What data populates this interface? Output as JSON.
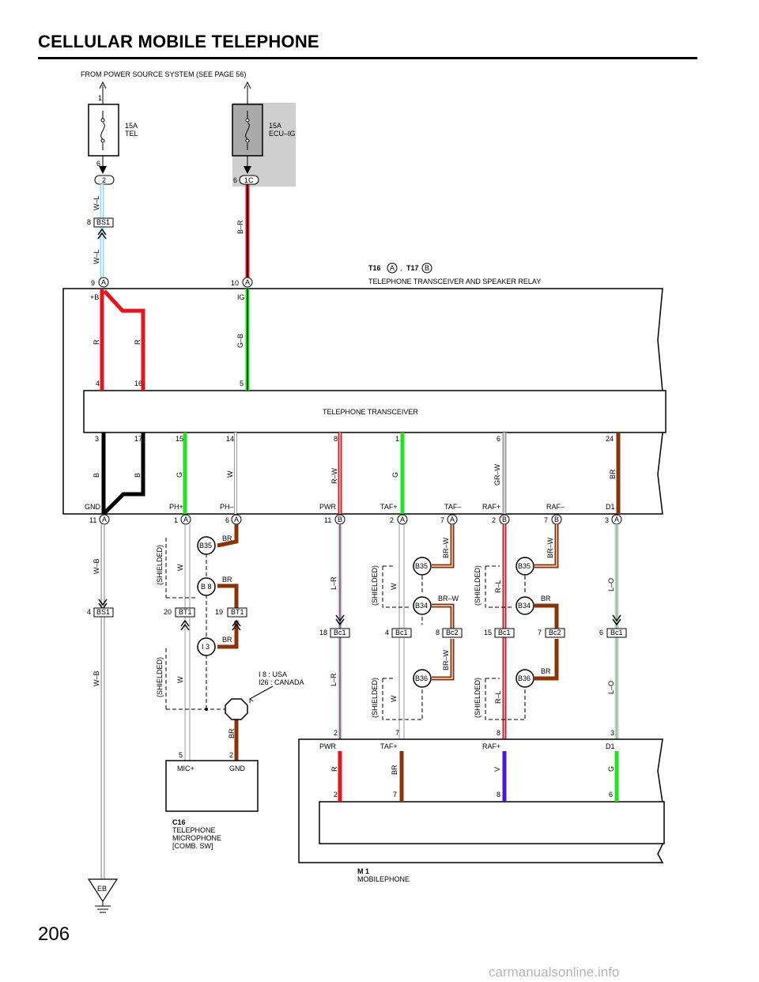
{
  "page": {
    "title": "CELLULAR MOBILE TELEPHONE",
    "page_number": "206",
    "watermark": "carmanualsonline.info"
  },
  "labels": {
    "from_power": "FROM POWER SOURCE SYSTEM (SEE PAGE 56)",
    "fuse_tel_amp": "15A",
    "fuse_tel_name": "TEL",
    "fuse_ecu_amp": "15A",
    "fuse_ecu_name": "ECU–IG",
    "t16": "T16",
    "t17": "T17",
    "comma": ",",
    "transceiver_relay": "TELEPHONE TRANSCEIVER AND SPEAKER RELAY",
    "transceiver": "TELEPHONE TRANSCEIVER",
    "shielded": "(SHIELDED)",
    "i8": "I 8 : USA",
    "i26": "I26 : CANADA",
    "c16": "C16",
    "c16_l1": "TELEPHONE",
    "c16_l2": "MICROPHONE",
    "c16_l3": "[COMB.  SW]",
    "m1": "M 1",
    "m1_name": "MOBILEPHONE",
    "mic_plus": "MIC+",
    "gnd": "GND",
    "pin_pwr": "PWR",
    "pin_tafp": "TAF+",
    "pin_rafp": "RAF+",
    "pin_d1": "D1",
    "pin_b": "+B",
    "pin_ig": "IG",
    "pin_gnd": "GND",
    "pin_php": "PH+",
    "pin_phm": "PH–",
    "pin_tafm": "TAF–",
    "pin_rafm": "RAF–",
    "ground": "EB"
  },
  "connectors": {
    "bs1": "BS1",
    "bt1": "BT1",
    "bc1": "Bc1",
    "bc2": "Bc2",
    "a": "A",
    "b": "B",
    "c1": "1C",
    "two": "2",
    "b35": "B35",
    "b34": "B34",
    "b36": "B36",
    "b8": "B 8",
    "i3": "I 3"
  },
  "wire_colors": {
    "wl": "W–L",
    "br_r": "B–R",
    "r": "R",
    "gb": "G–B",
    "b": "B",
    "g": "G",
    "w": "W",
    "rw": "R–W",
    "grw": "GR–W",
    "br": "BR",
    "wb": "W–B",
    "lr": "L–R",
    "brw": "BR–W",
    "rl": "R–L",
    "lo": "L–O",
    "v": "V"
  },
  "pins": {
    "p1": "1",
    "p2": "2",
    "p3": "3",
    "p4": "4",
    "p5": "5",
    "p6": "6",
    "p7": "7",
    "p8": "8",
    "p9": "9",
    "p10": "10",
    "p11": "11",
    "p14": "14",
    "p15": "15",
    "p16": "16",
    "p17": "17",
    "p18": "18",
    "p19": "19",
    "p20": "20",
    "p24": "24"
  },
  "colors": {
    "red": "#e8141c",
    "green": "#1ee61e",
    "brown": "#8b3206",
    "lightblue": "#8fe3f0",
    "gray": "#9a9a9a",
    "violet": "#4a14e6",
    "black": "#000000",
    "shade": "#cfcfcf"
  }
}
